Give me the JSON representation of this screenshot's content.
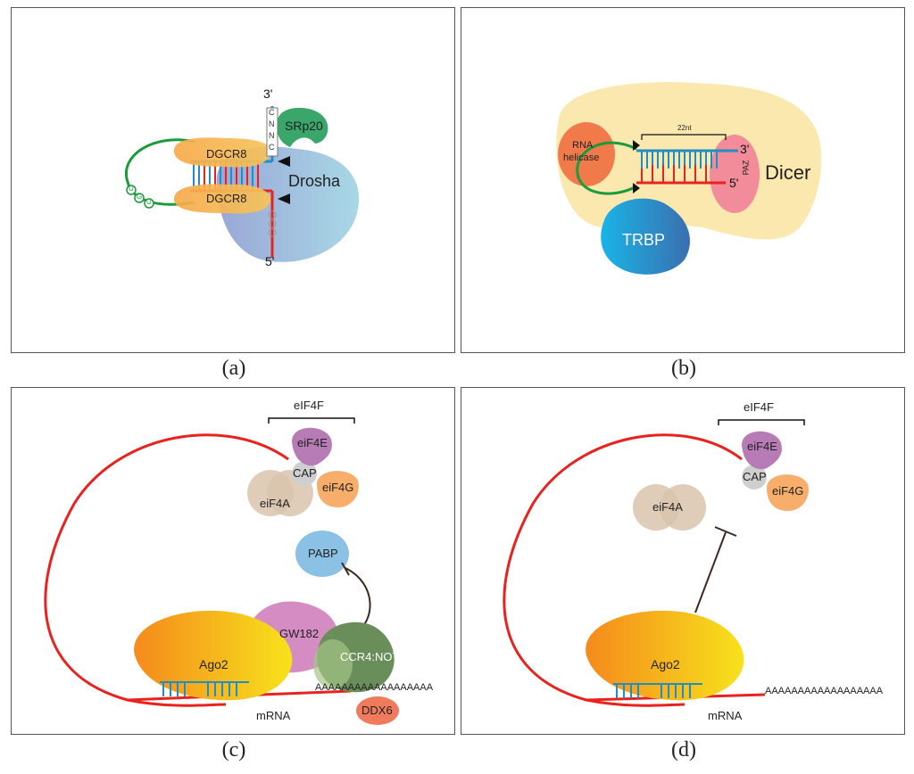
{
  "panels": {
    "a": {
      "label": "(a)",
      "three_prime": "3'",
      "five_prime": "5'",
      "srp20": "SRp20",
      "dgcr8_top": "DGCR8",
      "dgcr8_bottom": "DGCR8",
      "drosha": "Drosha",
      "cnnc": [
        "C",
        "N",
        "N",
        "C"
      ],
      "loop_bases": [
        "U",
        "G",
        "U"
      ]
    },
    "b": {
      "label": "(b)",
      "rna_helicase": [
        "RNA",
        "helicase"
      ],
      "length": "22nt",
      "three_prime": "3'",
      "five_prime": "5'",
      "paz": "PAZ",
      "dicer": "Dicer",
      "trbp": "TRBP"
    },
    "c": {
      "label": "(c)",
      "eif4f": "eIF4F",
      "eif4e": "eiF4E",
      "cap": "CAP",
      "eif4g": "eiF4G",
      "eif4a": "eiF4A",
      "pabp": "PABP",
      "gw182": "GW182",
      "ccr4not": "CCR4:NOT",
      "ago2": "Ago2",
      "polya": "AAAAAAAAAAAAAAAAAA",
      "ddx6": "DDX6",
      "mrna": "mRNA"
    },
    "d": {
      "label": "(d)",
      "eif4f": "eIF4F",
      "eif4e": "eiF4E",
      "cap": "CAP",
      "eif4g": "eiF4G",
      "eif4a": "eiF4A",
      "ago2": "Ago2",
      "polya": "AAAAAAAAAAAAAAAAAA",
      "mrna": "mRNA"
    }
  },
  "colors": {
    "rna_red": "#e8231f",
    "stem_blue": "#1f8ec4",
    "loop_green": "#1a9b3c",
    "dgcr8": "#f6b04a",
    "drosha": "#a8c8e0",
    "srp20": "#3aa66a",
    "dicer_bg": "#fbe6a6",
    "helicase": "#f07a4a",
    "paz": "#f28c9a",
    "trbp": "#1e7fc0",
    "eif4e": "#b77bb5",
    "cap": "#cfcfcf",
    "eif4g": "#f8ae6a",
    "eif4a": "#d9c4ad",
    "pabp": "#8cc1e6",
    "gw182": "#d48cc3",
    "ccr4not": "#6a8e5a",
    "ago2": "#f7b81c",
    "ddx6": "#f07a5c"
  }
}
